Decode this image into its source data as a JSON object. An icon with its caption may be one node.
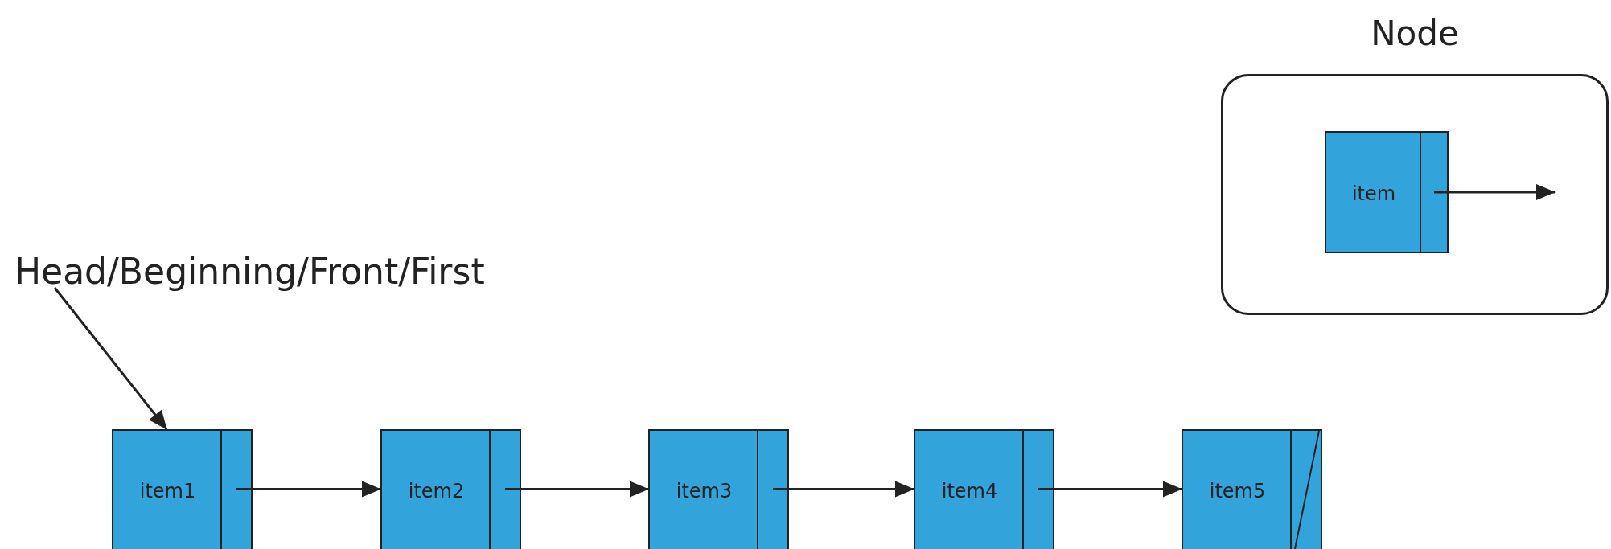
{
  "diagram": {
    "nodes": [
      {
        "text": [
          "Node"
        ]
      },
      {
        "text": [
          "item"
        ],
        "in": 0
      },
      {
        "text": [
          "Head/Beginning/Front/First"
        ]
      },
      {
        "text": [
          "item1"
        ]
      },
      {
        "text": [
          "item2"
        ]
      },
      {
        "text": [
          "item3"
        ]
      },
      {
        "text": [
          "item4"
        ]
      },
      {
        "text": [
          "item5"
        ]
      }
    ],
    "edges": [
      {
        "from": 1,
        "to": null,
        "arrow": "to"
      },
      {
        "from": 2,
        "to": 3,
        "arrow": "to"
      },
      {
        "from": 3,
        "to": 4,
        "arrow": "to"
      },
      {
        "from": 4,
        "to": 5,
        "arrow": "to"
      },
      {
        "from": 5,
        "to": 6,
        "arrow": "to"
      },
      {
        "from": 6,
        "to": 7,
        "arrow": "to"
      }
    ]
  }
}
